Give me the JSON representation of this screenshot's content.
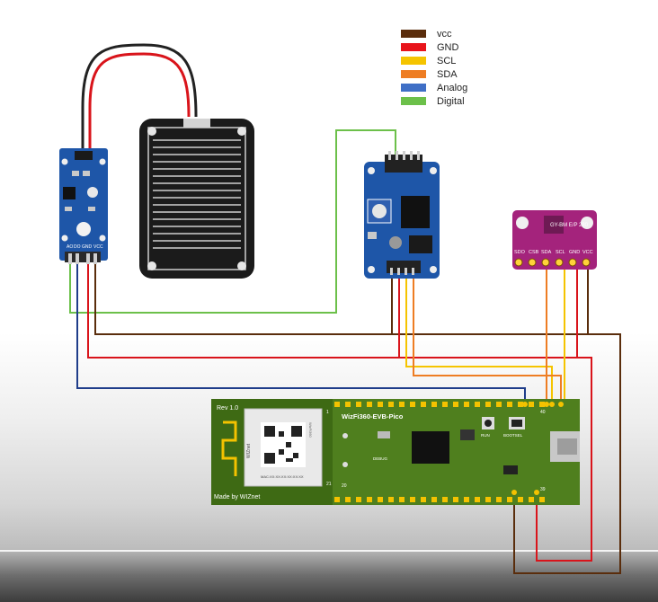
{
  "legend": [
    {
      "label": "vcc",
      "color": "#5a2d0c"
    },
    {
      "label": "GND",
      "color": "#e8141b"
    },
    {
      "label": "SCL",
      "color": "#f5c400"
    },
    {
      "label": "SDA",
      "color": "#ee7d23"
    },
    {
      "label": "Analog",
      "color": "#3f6fc6"
    },
    {
      "label": "Digital",
      "color": "#6cc04a"
    }
  ],
  "rain_module": {
    "pins": [
      "AO",
      "DO",
      "GND",
      "VCC"
    ]
  },
  "bmp_sensor": {
    "pins": [
      "SDO",
      "CSB",
      "SDA",
      "SCL",
      "GND",
      "VCC"
    ],
    "name": "GY-BM E/P 280"
  },
  "board": {
    "rev": "Rev 1.0",
    "name": "WizFi360-EVB-Pico",
    "maker": "Made by WIZnet",
    "module_brand": "WIZnet",
    "module_model": "WizFi360",
    "mac": "MAC:XX:XX:XX:XX:XX:XX",
    "run": "RUN",
    "bootsel": "BOOTSEL",
    "debug": "DEBUG",
    "pin1": "1",
    "pin21": "21",
    "pin20": "20",
    "pin40": "40",
    "pin39": "39"
  }
}
